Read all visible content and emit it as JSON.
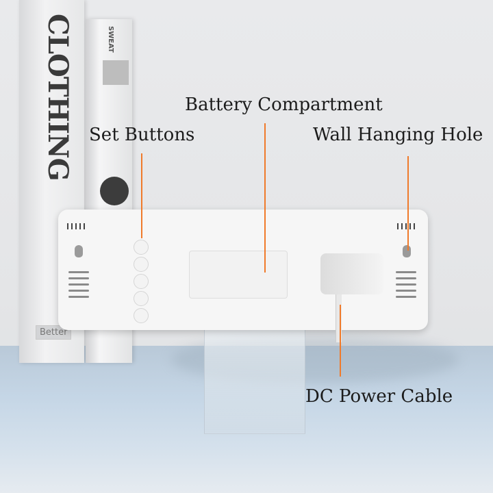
{
  "annotations": {
    "set_buttons": "Set Buttons",
    "battery_compartment": "Battery Compartment",
    "wall_hanging_hole": "Wall Hanging Hole",
    "dc_power_cable": "DC Power Cable"
  },
  "background_books": {
    "book1_title": "CLOTHING",
    "book1_label": "Better",
    "book2_label": "SWEAT"
  },
  "colors": {
    "callout_line": "#f07a2a",
    "label_text": "#1b1b1b",
    "device_body": "#f6f6f6"
  }
}
